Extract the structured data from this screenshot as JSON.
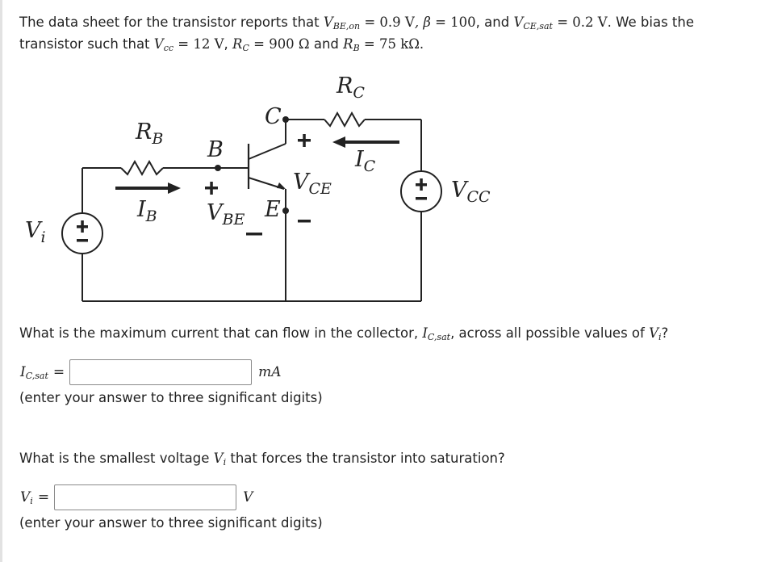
{
  "problem": {
    "intro_line1_prefix": "The data sheet for the transistor reports that ",
    "vbe_on_symbol": "V",
    "vbe_on_sub": "BE,on",
    "vbe_on_value": " = 0.9 V",
    "beta_symbol": ", β",
    "beta_value": " = 100",
    "and_text": ", and ",
    "vce_sat_symbol": "V",
    "vce_sat_sub": "CE,sat",
    "vce_sat_value": " = 0.2 V",
    "intro_line1_suffix": ". We bias the",
    "line2_prefix": "transistor such that ",
    "vcc_symbol": "V",
    "vcc_sub": "cc",
    "vcc_value": " = 12 V",
    "rc_sep": ", ",
    "rc_symbol": "R",
    "rc_sub": "C",
    "rc_value": " = 900 Ω",
    "rb_sep": " and ",
    "rb_symbol": "R",
    "rb_sub": "B",
    "rb_value": " = 75 kΩ",
    "line2_suffix": "."
  },
  "circuit": {
    "labels": {
      "rb": "R",
      "rb_sub": "B",
      "ib": "I",
      "ib_sub": "B",
      "b_node": "B",
      "c_node": "C",
      "e_node": "E",
      "vbe": "V",
      "vbe_sub": "BE",
      "vce": "V",
      "vce_sub": "CE",
      "rc": "R",
      "rc_sub": "C",
      "ic": "I",
      "ic_sub": "C",
      "vcc": "V",
      "vcc_sub": "CC",
      "vi": "V",
      "vi_sub": "i",
      "plus": "+",
      "minus": "−"
    }
  },
  "question1": {
    "text_prefix": "What is the maximum current that can flow in the collector, ",
    "symbol": "I",
    "symbol_sub": "C,sat",
    "text_mid": ", across all possible values of ",
    "vi_symbol": "V",
    "vi_sub": "i",
    "text_suffix": "?",
    "answer_label": "I",
    "answer_label_sub": "C,sat",
    "equals": "=",
    "input_value": "",
    "unit": "mA",
    "hint": "(enter your answer to three significant digits)"
  },
  "question2": {
    "text_prefix": "What is the smallest voltage ",
    "vi_symbol": "V",
    "vi_sub": "i",
    "text_suffix": " that forces the transistor into saturation?",
    "answer_label": "V",
    "answer_label_sub": "i",
    "equals": "=",
    "input_value": "",
    "unit": "V",
    "hint": "(enter your answer to three significant digits)"
  }
}
